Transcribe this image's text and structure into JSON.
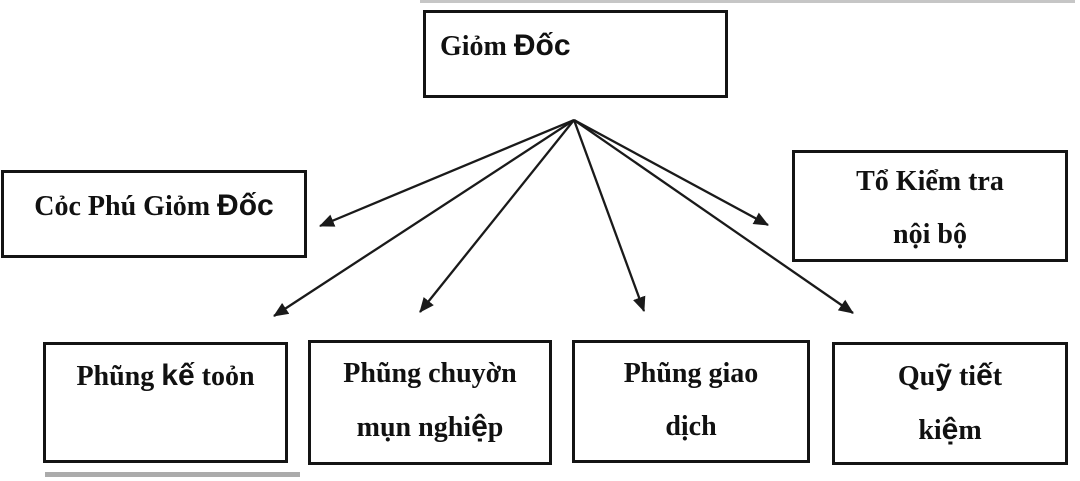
{
  "diagram": {
    "type": "org-chart",
    "colors": {
      "background": "#ffffff",
      "border": "#141414",
      "text": "#111111",
      "arrow": "#1a1a1a",
      "artifact_gray": "#b4b4b4"
    },
    "nodes": {
      "giam_doc": {
        "label": "Giỏm Đốc",
        "lines": [
          {
            "parts": [
              {
                "t": "Giỏm ",
                "f": "serif"
              },
              {
                "t": "Đốc",
                "f": "sans"
              }
            ]
          }
        ]
      },
      "cac_pho_giam_doc": {
        "label": "Cỏc Phú Giỏm Đốc",
        "lines": [
          {
            "parts": [
              {
                "t": "Cỏc Phú Giỏm ",
                "f": "serif"
              },
              {
                "t": "Đốc",
                "f": "sans"
              }
            ]
          }
        ]
      },
      "to_kiem_tra_noi_bo": {
        "label": "Tổ Kiểm tra nội bộ",
        "lines": [
          {
            "parts": [
              {
                "t": "Tổ Kiểm tra",
                "f": "serif"
              }
            ]
          },
          {
            "parts": [
              {
                "t": "nội bộ",
                "f": "serif"
              }
            ]
          }
        ]
      },
      "phong_ke_toan": {
        "label": "Phũng kế toỏn",
        "lines": [
          {
            "parts": [
              {
                "t": "Phũng ",
                "f": "serif"
              },
              {
                "t": "kế",
                "f": "sans"
              },
              {
                "t": " toỏn",
                "f": "serif"
              }
            ]
          }
        ]
      },
      "phong_chuyen_mon_nghiep": {
        "label": "Phũng chuyờn mụn nghiệp",
        "lines": [
          {
            "parts": [
              {
                "t": "Phũng chuyờn",
                "f": "serif"
              }
            ]
          },
          {
            "parts": [
              {
                "t": "mụn nghi",
                "f": "serif"
              },
              {
                "t": "ệ",
                "f": "sans"
              },
              {
                "t": "p",
                "f": "serif"
              }
            ]
          }
        ]
      },
      "phong_giao_dich": {
        "label": "Phũng giao dịch",
        "lines": [
          {
            "parts": [
              {
                "t": "Phũng giao",
                "f": "serif"
              }
            ]
          },
          {
            "parts": [
              {
                "t": "dịch",
                "f": "serif"
              }
            ]
          }
        ]
      },
      "quy_tiet_kiem": {
        "label": "Quỹ tiết kiệm",
        "lines": [
          {
            "parts": [
              {
                "t": "Qu",
                "f": "serif"
              },
              {
                "t": "ỹ",
                "f": "sans"
              },
              {
                "t": " ti",
                "f": "serif"
              },
              {
                "t": "ế",
                "f": "sans"
              },
              {
                "t": "t",
                "f": "serif"
              }
            ]
          },
          {
            "parts": [
              {
                "t": "ki",
                "f": "serif"
              },
              {
                "t": "ệ",
                "f": "sans"
              },
              {
                "t": "m",
                "f": "serif"
              }
            ]
          }
        ]
      }
    },
    "edges": [
      {
        "from": "giam_doc",
        "to": "cac_pho_giam_doc"
      },
      {
        "from": "giam_doc",
        "to": "phong_ke_toan"
      },
      {
        "from": "giam_doc",
        "to": "phong_chuyen_mon_nghiep"
      },
      {
        "from": "giam_doc",
        "to": "phong_giao_dich"
      },
      {
        "from": "giam_doc",
        "to": "to_kiem_tra_noi_bo"
      },
      {
        "from": "giam_doc",
        "to": "quy_tiet_kiem"
      }
    ]
  }
}
